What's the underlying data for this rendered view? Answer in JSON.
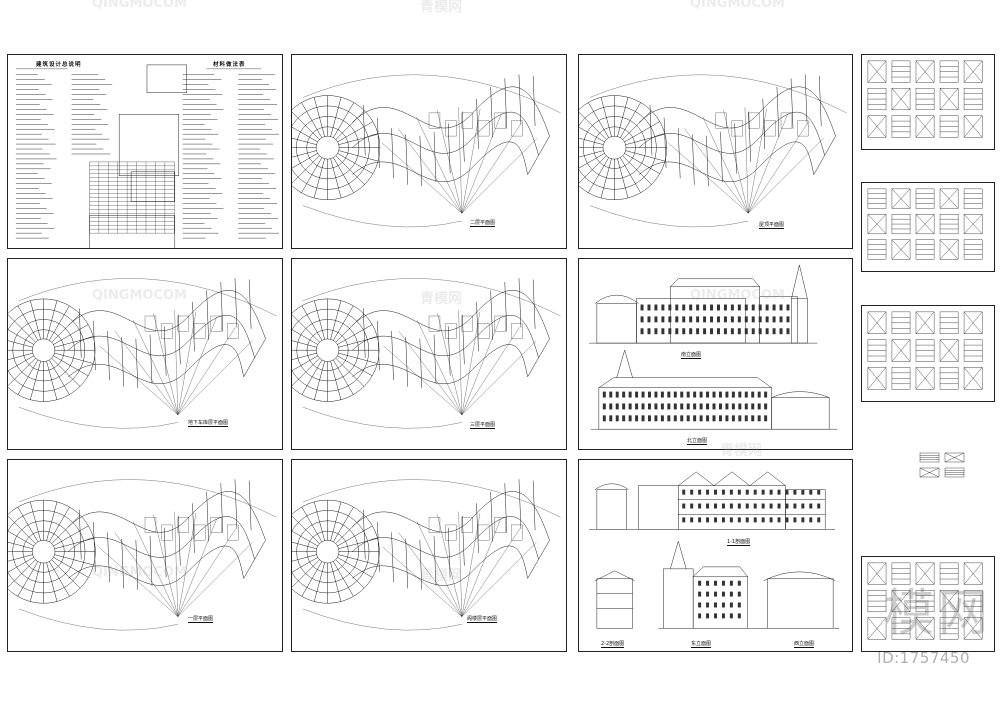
{
  "watermark": {
    "brand": "QINGMOCOM",
    "mark": "青模网",
    "big_text": "模网",
    "id_text": "ID:1757450"
  },
  "sheets": {
    "design_notes": {
      "title": "建筑设计总说明",
      "subtitle": "材料做法表"
    },
    "plan_second": {
      "caption": "二层平面图"
    },
    "roof_plan": {
      "caption": "屋顶平面图"
    },
    "basement_plan": {
      "caption": "地下车库层平面图"
    },
    "plan_third": {
      "caption": "三层平面图"
    },
    "elevation_south": {
      "caption": "南立面图"
    },
    "elevation_north": {
      "caption": "北立面图"
    },
    "plan_first": {
      "caption": "一层平面图"
    },
    "plan_attic": {
      "caption": "阁楼层平面图"
    },
    "section_1": {
      "caption": "1-1剖面图"
    },
    "section_2": {
      "caption": "2-2剖面图"
    },
    "elevation_east": {
      "caption": "东立面图"
    },
    "elevation_west": {
      "caption": "西立面图"
    }
  },
  "colors": {
    "line": "#1a1a1a",
    "paper": "#ffffff",
    "watermark": "#9a9a9a"
  }
}
